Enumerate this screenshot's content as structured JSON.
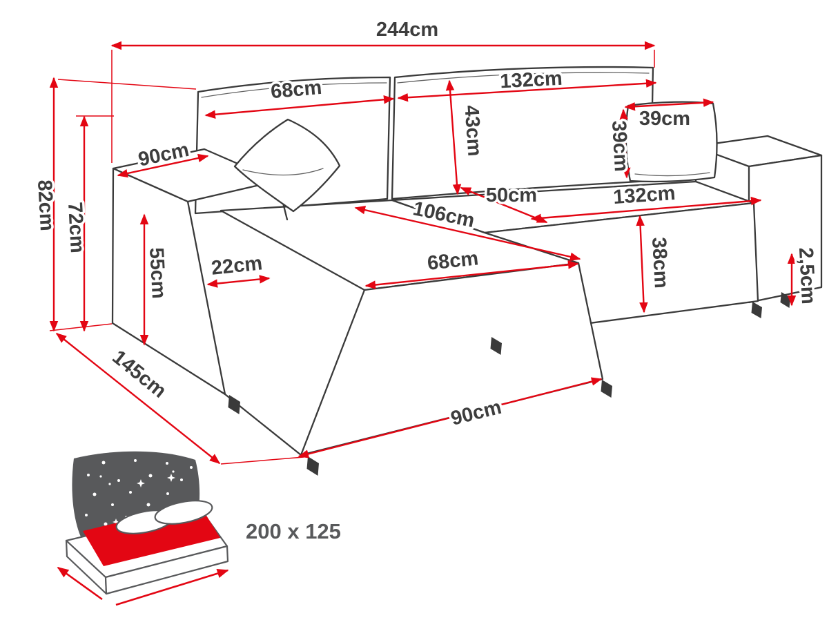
{
  "diagram": {
    "dimensions": {
      "total_width": "244cm",
      "backrest_left_width": "68cm",
      "backrest_right_width": "132cm",
      "backrest_height": "43cm",
      "pillow_width": "39cm",
      "pillow_height": "39cm",
      "seat_depth": "50cm",
      "seat_width": "132cm",
      "seat_front_height": "38cm",
      "chaise_diagonal": "106cm",
      "chaise_width": "68cm",
      "armrest_depth": "90cm",
      "armrest_front_height": "55cm",
      "armrest_width": "22cm",
      "leg_height": "2,5cm",
      "total_depth": "145cm",
      "chaise_length": "90cm",
      "total_height": "82cm",
      "armrest_height": "72cm"
    },
    "bed_icon": {
      "sleeping_area": "200 x 125"
    },
    "colors": {
      "dimension_red": "#e30613",
      "outline_dark": "#3a3a3a",
      "label_text": "#3d3d3d",
      "icon_gray": "#58595b",
      "mattress_red": "#e30613"
    }
  }
}
